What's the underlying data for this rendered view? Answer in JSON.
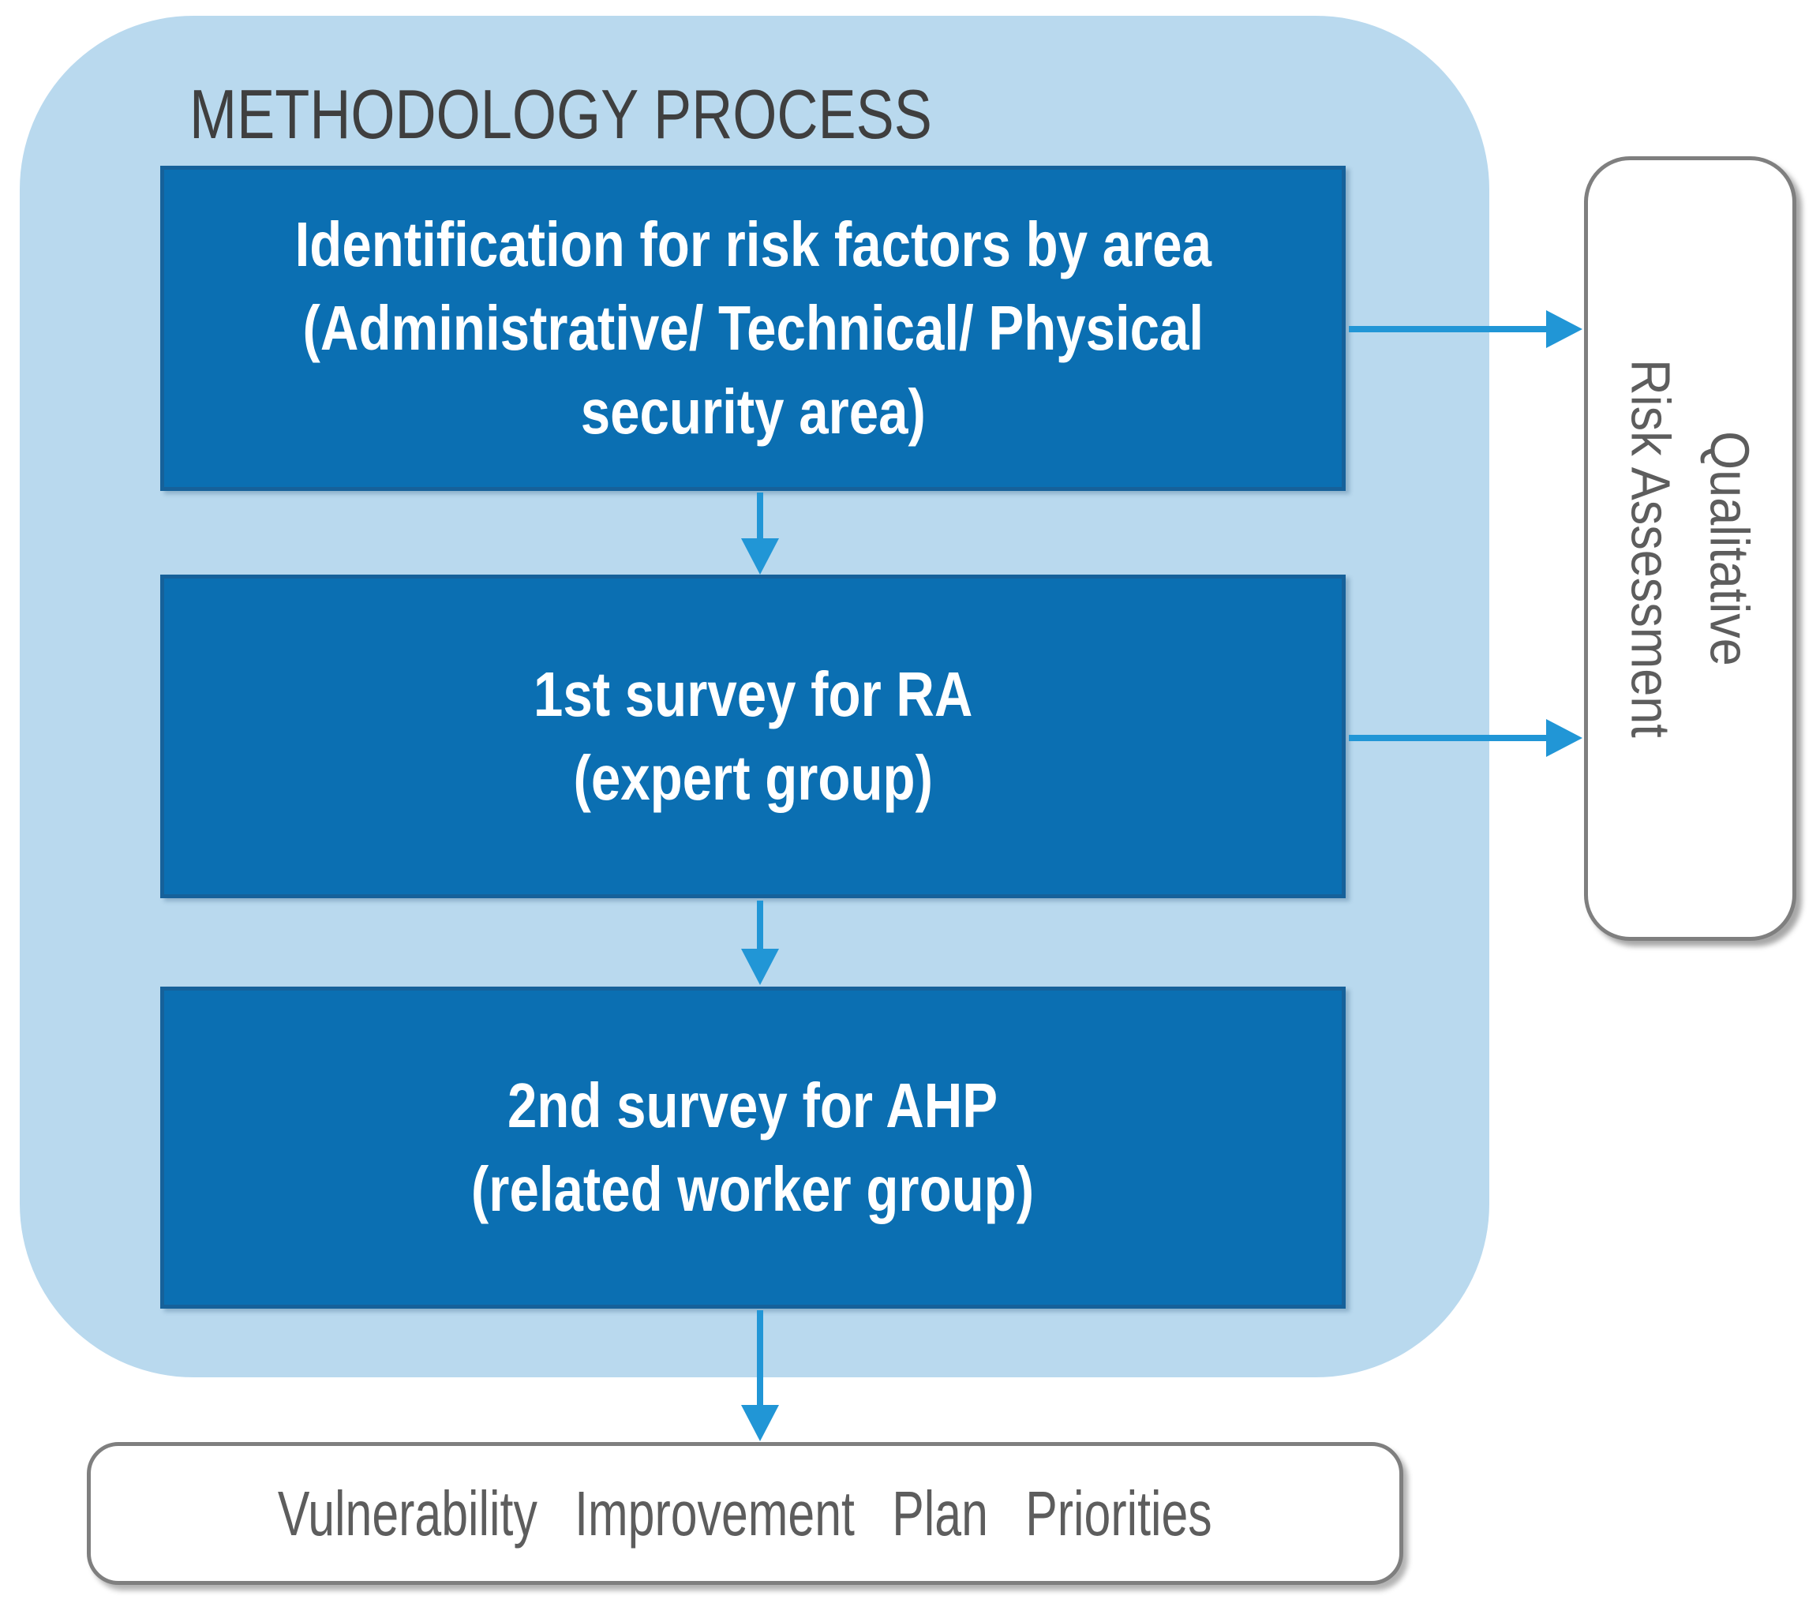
{
  "figure": {
    "title": "METHODOLOGY PROCESS",
    "process_steps": [
      {
        "lines": [
          "Identification for risk factors by area",
          "(Administrative/ Technical/ Physical",
          "security area)"
        ]
      },
      {
        "lines": [
          "1st survey for RA",
          "(expert group)"
        ]
      },
      {
        "lines": [
          "2nd survey for AHP",
          "(related worker group)"
        ]
      }
    ],
    "side_label": {
      "lines": [
        "Qualitative",
        "Risk Assessment"
      ]
    },
    "output_label": "Vulnerability Improvement Plan Priorities"
  },
  "colors": {
    "container_fill": "#b9d9ee",
    "step_fill": "#0b6fb2",
    "step_border": "#16619a",
    "step_text": "#ffffff",
    "arrow": "#2196d6",
    "outline_gray": "#7f7f7f",
    "title_text": "#3f3f3f",
    "gray_text": "#5d5d5d"
  }
}
